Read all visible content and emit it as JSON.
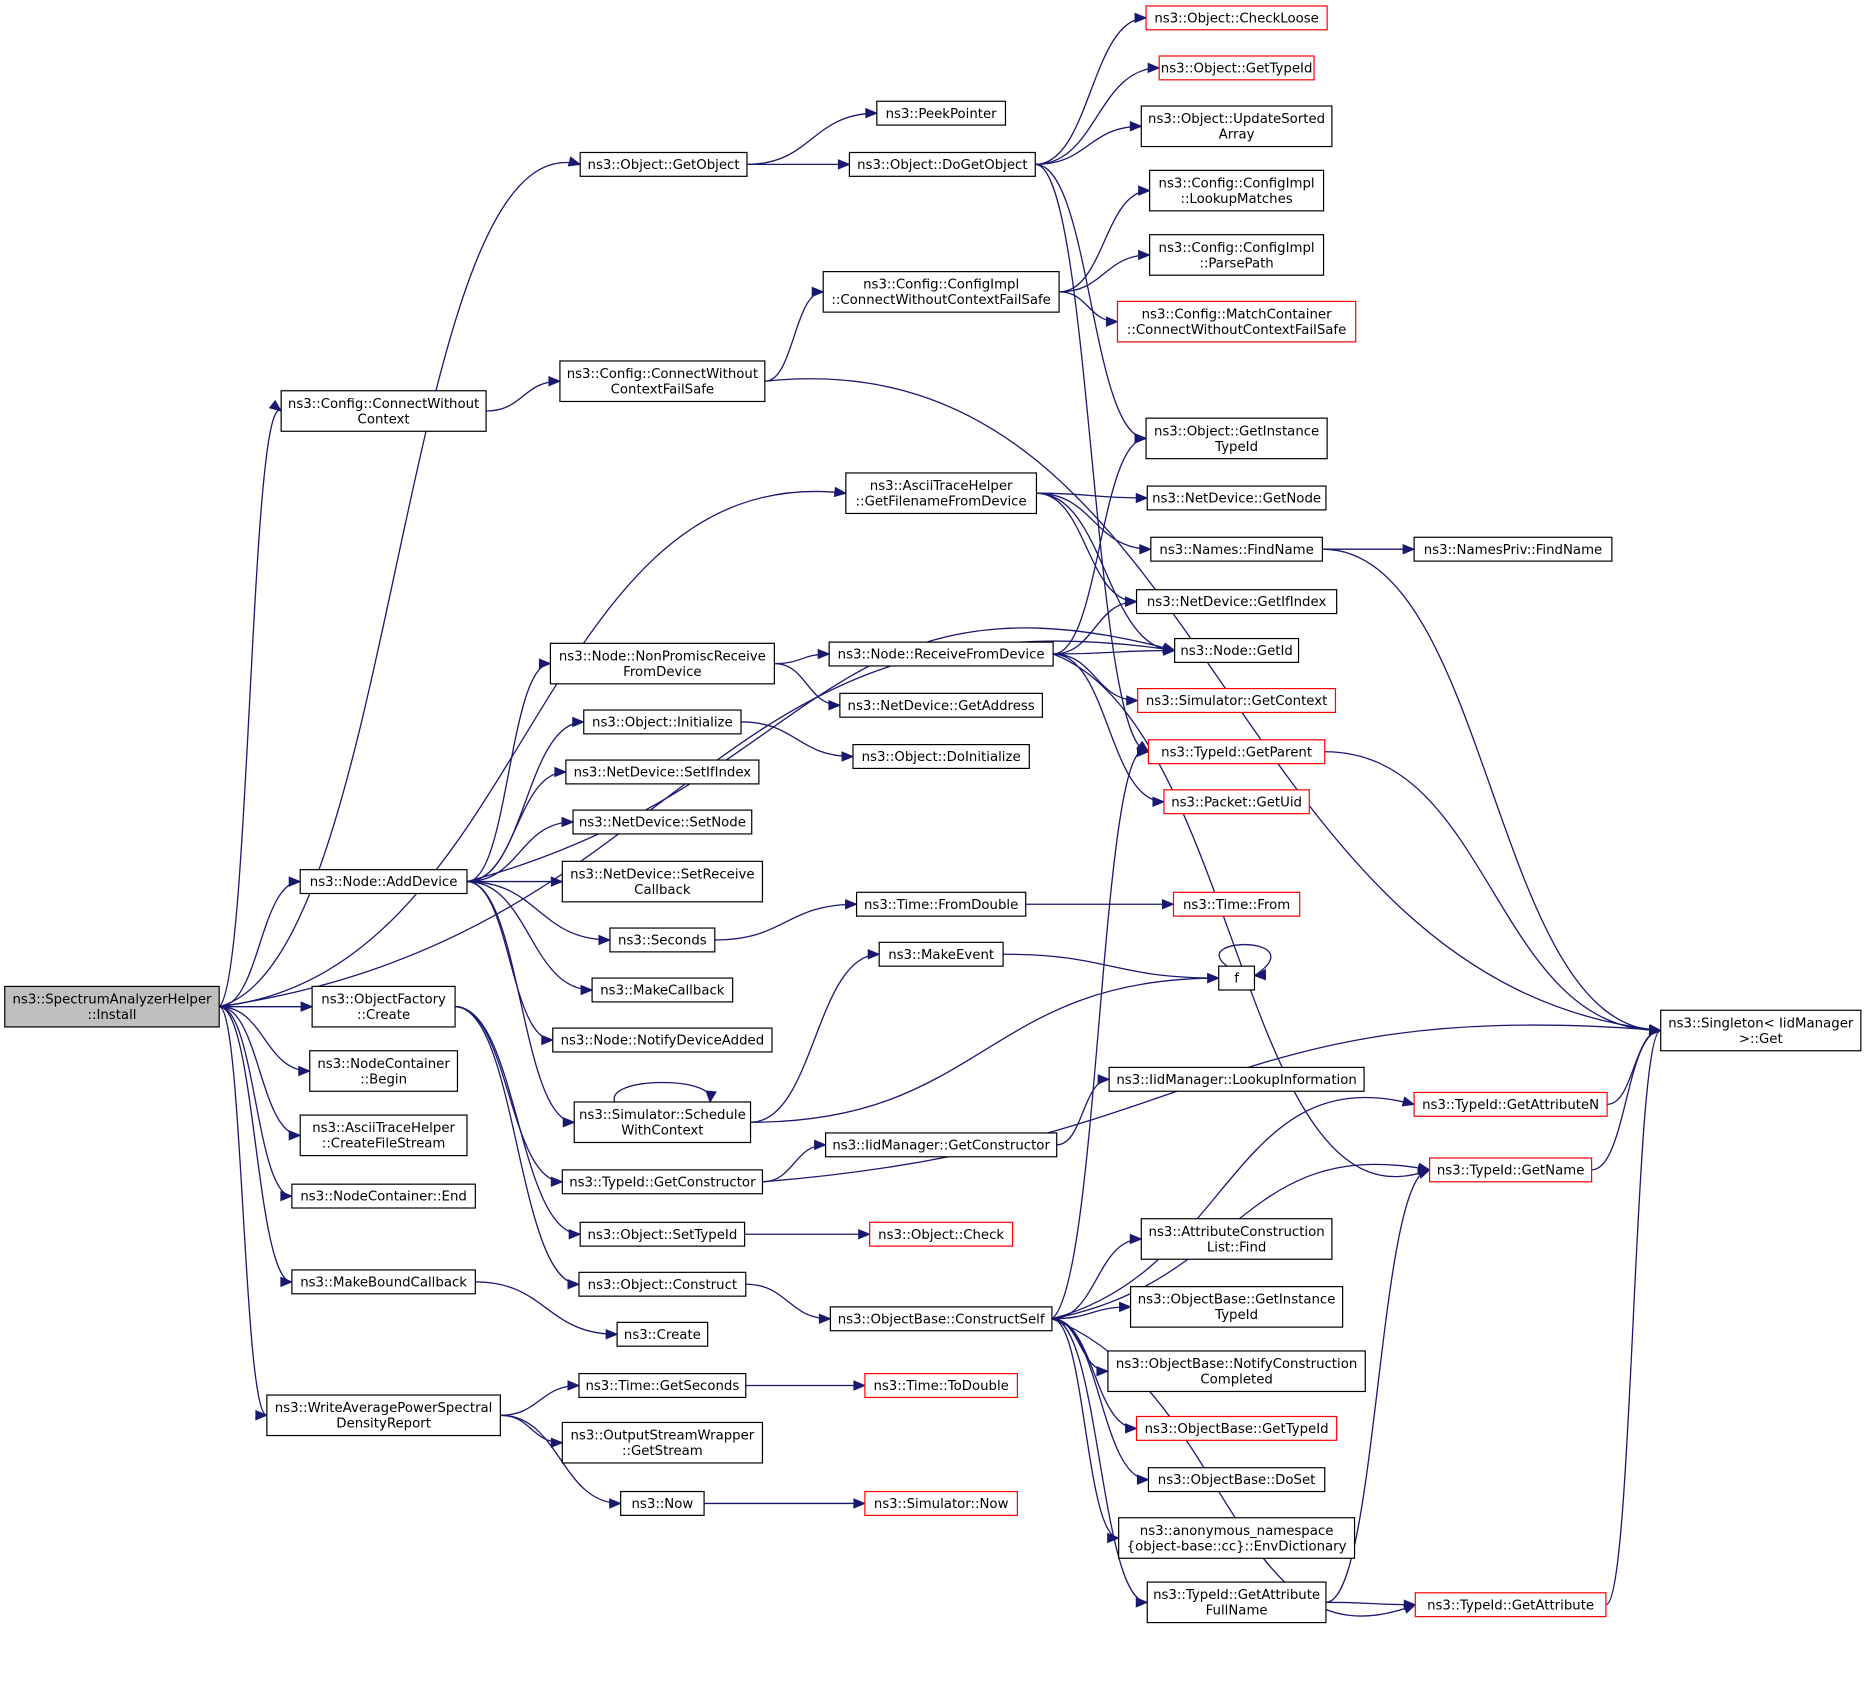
{
  "colors": {
    "edge": "#191970",
    "node_border": "#000000",
    "node_border_link": "#ff0000",
    "root_fill": "#bfbfbf",
    "background": "#ffffff"
  },
  "nodes": [
    {
      "id": "root",
      "lines": [
        "ns3::SpectrumAnalyzerHelper",
        "::Install"
      ],
      "style": "root"
    },
    {
      "id": "getObject",
      "lines": [
        "ns3::Object::GetObject"
      ],
      "style": "normal"
    },
    {
      "id": "peekPointer",
      "lines": [
        "ns3::PeekPointer"
      ],
      "style": "normal"
    },
    {
      "id": "doGetObject",
      "lines": [
        "ns3::Object::DoGetObject"
      ],
      "style": "normal"
    },
    {
      "id": "checkLoose",
      "lines": [
        "ns3::Object::CheckLoose"
      ],
      "style": "link"
    },
    {
      "id": "objGetTypeId",
      "lines": [
        "ns3::Object::GetTypeId"
      ],
      "style": "link"
    },
    {
      "id": "updateSorted",
      "lines": [
        "ns3::Object::UpdateSorted",
        "Array"
      ],
      "style": "normal"
    },
    {
      "id": "lookupMatches",
      "lines": [
        "ns3::Config::ConfigImpl",
        "::LookupMatches"
      ],
      "style": "normal"
    },
    {
      "id": "parsePath",
      "lines": [
        "ns3::Config::ConfigImpl",
        "::ParsePath"
      ],
      "style": "normal"
    },
    {
      "id": "cfgImplConnect",
      "lines": [
        "ns3::Config::ConfigImpl",
        "::ConnectWithoutContextFailSafe"
      ],
      "style": "normal"
    },
    {
      "id": "matchContainer",
      "lines": [
        "ns3::Config::MatchContainer",
        "::ConnectWithoutContextFailSafe"
      ],
      "style": "link"
    },
    {
      "id": "cfgConnectFS",
      "lines": [
        "ns3::Config::ConnectWithout",
        "ContextFailSafe"
      ],
      "style": "normal"
    },
    {
      "id": "cfgConnect",
      "lines": [
        "ns3::Config::ConnectWithout",
        "Context"
      ],
      "style": "normal"
    },
    {
      "id": "getInstanceTypeId",
      "lines": [
        "ns3::Object::GetInstance",
        "TypeId"
      ],
      "style": "normal"
    },
    {
      "id": "asciiGetFilename",
      "lines": [
        "ns3::AsciiTraceHelper",
        "::GetFilenameFromDevice"
      ],
      "style": "normal"
    },
    {
      "id": "ndGetNode",
      "lines": [
        "ns3::NetDevice::GetNode"
      ],
      "style": "normal"
    },
    {
      "id": "namesFind",
      "lines": [
        "ns3::Names::FindName"
      ],
      "style": "normal"
    },
    {
      "id": "namesPrivFind",
      "lines": [
        "ns3::NamesPriv::FindName"
      ],
      "style": "normal"
    },
    {
      "id": "ndGetIfIndex",
      "lines": [
        "ns3::NetDevice::GetIfIndex"
      ],
      "style": "normal"
    },
    {
      "id": "nodeGetId",
      "lines": [
        "ns3::Node::GetId"
      ],
      "style": "normal"
    },
    {
      "id": "nonPromisc",
      "lines": [
        "ns3::Node::NonPromiscReceive",
        "FromDevice"
      ],
      "style": "normal"
    },
    {
      "id": "receiveFromDevice",
      "lines": [
        "ns3::Node::ReceiveFromDevice"
      ],
      "style": "normal"
    },
    {
      "id": "simGetContext",
      "lines": [
        "ns3::Simulator::GetContext"
      ],
      "style": "link"
    },
    {
      "id": "ndGetAddress",
      "lines": [
        "ns3::NetDevice::GetAddress"
      ],
      "style": "normal"
    },
    {
      "id": "objInitialize",
      "lines": [
        "ns3::Object::Initialize"
      ],
      "style": "normal"
    },
    {
      "id": "objDoInitialize",
      "lines": [
        "ns3::Object::DoInitialize"
      ],
      "style": "normal"
    },
    {
      "id": "typeIdGetParent",
      "lines": [
        "ns3::TypeId::GetParent"
      ],
      "style": "link"
    },
    {
      "id": "ndSetIfIndex",
      "lines": [
        "ns3::NetDevice::SetIfIndex"
      ],
      "style": "normal"
    },
    {
      "id": "packetGetUid",
      "lines": [
        "ns3::Packet::GetUid"
      ],
      "style": "link"
    },
    {
      "id": "ndSetNode",
      "lines": [
        "ns3::NetDevice::SetNode"
      ],
      "style": "normal"
    },
    {
      "id": "nodeAddDevice",
      "lines": [
        "ns3::Node::AddDevice"
      ],
      "style": "normal"
    },
    {
      "id": "ndSetReceive",
      "lines": [
        "ns3::NetDevice::SetReceive",
        "Callback"
      ],
      "style": "normal"
    },
    {
      "id": "timeFromDouble",
      "lines": [
        "ns3::Time::FromDouble"
      ],
      "style": "normal"
    },
    {
      "id": "timeFrom",
      "lines": [
        "ns3::Time::From"
      ],
      "style": "link"
    },
    {
      "id": "seconds",
      "lines": [
        "ns3::Seconds"
      ],
      "style": "normal"
    },
    {
      "id": "makeEvent",
      "lines": [
        "ns3::MakeEvent"
      ],
      "style": "normal"
    },
    {
      "id": "f",
      "lines": [
        "f"
      ],
      "style": "normal"
    },
    {
      "id": "makeCallback",
      "lines": [
        "ns3::MakeCallback"
      ],
      "style": "normal"
    },
    {
      "id": "objFactoryCreate",
      "lines": [
        "ns3::ObjectFactory",
        "::Create"
      ],
      "style": "normal"
    },
    {
      "id": "singletonGet",
      "lines": [
        "ns3::Singleton< IidManager",
        ">::Get"
      ],
      "style": "normal"
    },
    {
      "id": "nodeNotify",
      "lines": [
        "ns3::Node::NotifyDeviceAdded"
      ],
      "style": "normal"
    },
    {
      "id": "ncBegin",
      "lines": [
        "ns3::NodeContainer",
        "::Begin"
      ],
      "style": "normal"
    },
    {
      "id": "iidLookup",
      "lines": [
        "ns3::IidManager::LookupInformation"
      ],
      "style": "normal"
    },
    {
      "id": "simSchedule",
      "lines": [
        "ns3::Simulator::Schedule",
        "WithContext"
      ],
      "style": "normal"
    },
    {
      "id": "typeIdGetAttrN",
      "lines": [
        "ns3::TypeId::GetAttributeN"
      ],
      "style": "link"
    },
    {
      "id": "asciiCreateFile",
      "lines": [
        "ns3::AsciiTraceHelper",
        "::CreateFileStream"
      ],
      "style": "normal"
    },
    {
      "id": "iidGetConstructor",
      "lines": [
        "ns3::IidManager::GetConstructor"
      ],
      "style": "normal"
    },
    {
      "id": "typeIdGetConstructor",
      "lines": [
        "ns3::TypeId::GetConstructor"
      ],
      "style": "normal"
    },
    {
      "id": "typeIdGetName",
      "lines": [
        "ns3::TypeId::GetName"
      ],
      "style": "link"
    },
    {
      "id": "ncEnd",
      "lines": [
        "ns3::NodeContainer::End"
      ],
      "style": "normal"
    },
    {
      "id": "attrConstrFind",
      "lines": [
        "ns3::AttributeConstruction",
        "List::Find"
      ],
      "style": "normal"
    },
    {
      "id": "objSetTypeId",
      "lines": [
        "ns3::Object::SetTypeId"
      ],
      "style": "normal"
    },
    {
      "id": "objCheck",
      "lines": [
        "ns3::Object::Check"
      ],
      "style": "link"
    },
    {
      "id": "makeBoundCallback",
      "lines": [
        "ns3::MakeBoundCallback"
      ],
      "style": "normal"
    },
    {
      "id": "objConstruct",
      "lines": [
        "ns3::Object::Construct"
      ],
      "style": "normal"
    },
    {
      "id": "obGetInstanceTypeId",
      "lines": [
        "ns3::ObjectBase::GetInstance",
        "TypeId"
      ],
      "style": "normal"
    },
    {
      "id": "constructSelf",
      "lines": [
        "ns3::ObjectBase::ConstructSelf"
      ],
      "style": "normal"
    },
    {
      "id": "create",
      "lines": [
        "ns3::Create"
      ],
      "style": "normal"
    },
    {
      "id": "obNotifyConstr",
      "lines": [
        "ns3::ObjectBase::NotifyConstruction",
        "Completed"
      ],
      "style": "normal"
    },
    {
      "id": "timeGetSeconds",
      "lines": [
        "ns3::Time::GetSeconds"
      ],
      "style": "normal"
    },
    {
      "id": "timeToDouble",
      "lines": [
        "ns3::Time::ToDouble"
      ],
      "style": "link"
    },
    {
      "id": "writeAvg",
      "lines": [
        "ns3::WriteAveragePowerSpectral",
        "DensityReport"
      ],
      "style": "normal"
    },
    {
      "id": "obGetTypeId",
      "lines": [
        "ns3::ObjectBase::GetTypeId"
      ],
      "style": "link"
    },
    {
      "id": "outputGetStream",
      "lines": [
        "ns3::OutputStreamWrapper",
        "::GetStream"
      ],
      "style": "normal"
    },
    {
      "id": "obDoSet",
      "lines": [
        "ns3::ObjectBase::DoSet"
      ],
      "style": "normal"
    },
    {
      "id": "now",
      "lines": [
        "ns3::Now"
      ],
      "style": "normal"
    },
    {
      "id": "simNow",
      "lines": [
        "ns3::Simulator::Now"
      ],
      "style": "link"
    },
    {
      "id": "envDictionary",
      "lines": [
        "ns3::anonymous_namespace",
        "{object-base::cc}::EnvDictionary"
      ],
      "style": "normal"
    },
    {
      "id": "typeIdGetAttrFull",
      "lines": [
        "ns3::TypeId::GetAttribute",
        "FullName"
      ],
      "style": "normal"
    },
    {
      "id": "typeIdGetAttr",
      "lines": [
        "ns3::TypeId::GetAttribute"
      ],
      "style": "link"
    }
  ]
}
